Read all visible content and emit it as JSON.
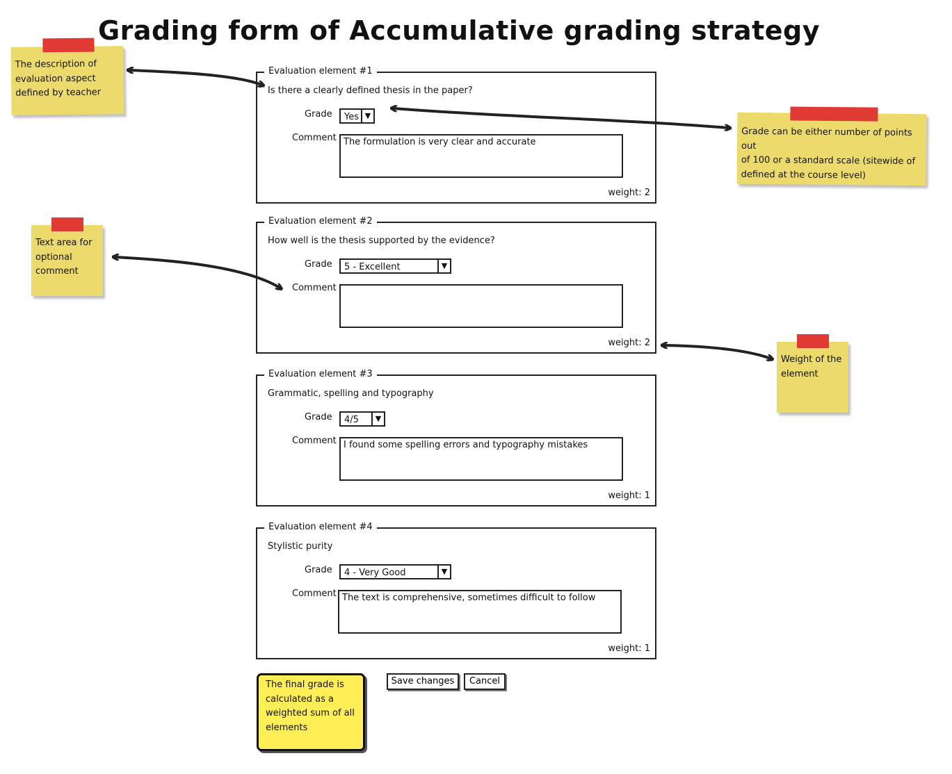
{
  "title": "Grading form of Accumulative grading strategy",
  "labels": {
    "grade": "Grade",
    "comment": "Comment"
  },
  "elements": [
    {
      "legend": "Evaluation element #1",
      "question": "Is there a clearly defined thesis in the paper?",
      "grade": "Yes",
      "comment": "The formulation is very clear and accurate",
      "weight": "weight: 2"
    },
    {
      "legend": "Evaluation element #2",
      "question": "How well is the thesis supported by the evidence?",
      "grade": "5 - Excellent",
      "comment": "",
      "weight": "weight: 2"
    },
    {
      "legend": "Evaluation element #3",
      "question": "Grammatic, spelling and typography",
      "grade": "4/5",
      "comment": "I found some spelling errors and typography mistakes",
      "weight": "weight: 1"
    },
    {
      "legend": "Evaluation element #4",
      "question": "Stylistic purity",
      "grade": "4 - Very Good",
      "comment": "The text is comprehensive, sometimes difficult to follow",
      "weight": "weight: 1"
    }
  ],
  "buttons": {
    "save": "Save changes",
    "cancel": "Cancel"
  },
  "notes": {
    "description": [
      "The description of",
      "evaluation aspect",
      "defined by teacher"
    ],
    "grade": [
      "Grade can be either number of points out",
      "of 100 or a standard scale (sitewide of",
      "defined at the course level)"
    ],
    "textarea": [
      "Text area for",
      "optional",
      "comment"
    ],
    "weight": [
      "Weight of the",
      "element"
    ],
    "final": [
      "The final grade is",
      "calculated as a",
      "weighted sum of all",
      "elements"
    ]
  },
  "icons": {
    "dropdown_arrow": "▼"
  },
  "colors": {
    "note_yellow": "#ecdb6c",
    "tape_red": "#e03a35",
    "final_note_yellow": "#ffee55"
  }
}
